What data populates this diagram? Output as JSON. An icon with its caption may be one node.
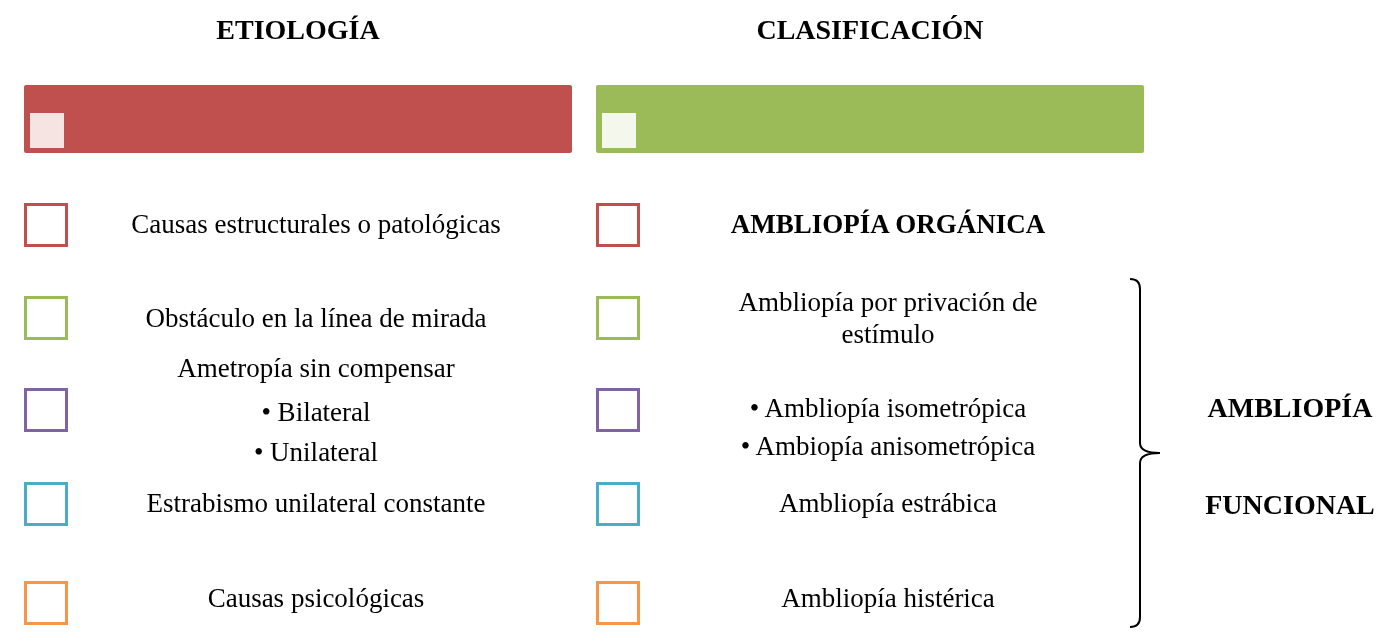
{
  "diagram": {
    "labels": [
      "ETIOLOGÍA",
      "CLASIFICACIÓN",
      "Causas estructurales o patológicas",
      "AMBLIOPÍA ORGÁNICA",
      "Obstáculo en la línea de mirada",
      "Ambliopía por privación de estímulo",
      "Ametropía sin compensar",
      "• Bilateral",
      "• Unilateral",
      "• Ambliopía isometrópica",
      "• Ambiopía anisometrópica",
      "Estrabismo unilateral constante",
      "Ambliopía estrábica",
      "AMBLIOPÍA FUNCIONAL",
      "Causas psicológicas",
      "Ambliopía histérica"
    ]
  }
}
